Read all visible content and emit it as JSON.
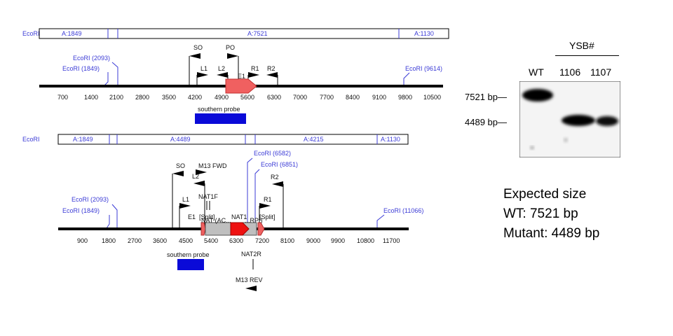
{
  "wt_map": {
    "fragments": [
      "A:1849",
      "A:7521",
      "A:1130"
    ],
    "enzyme": "EcoRI",
    "sites": [
      "EcoRI (2093)",
      "EcoRI (1849)",
      "EcoRI (9614)"
    ],
    "ticks": [
      "700",
      "1400",
      "2100",
      "2800",
      "3500",
      "4200",
      "4900",
      "5600",
      "6300",
      "7000",
      "7700",
      "8400",
      "9100",
      "9800",
      "10500"
    ],
    "primers": [
      "SO",
      "PO",
      "L1",
      "L2",
      "R1",
      "R2"
    ],
    "feature": "E1",
    "probe": "southern probe"
  },
  "mutant_map": {
    "fragments": [
      "A:1849",
      "A:4489",
      "A:4215",
      "A:1130"
    ],
    "enzyme": "EcoRI",
    "sites": [
      "EcoRI (6582)",
      "EcoRI (6851)",
      "EcoRI (2093)",
      "EcoRI (1849)",
      "EcoRI (11066)"
    ],
    "ticks": [
      "900",
      "1800",
      "2700",
      "3600",
      "4500",
      "5400",
      "6300",
      "7200",
      "8100",
      "9000",
      "9900",
      "10800",
      "11700"
    ],
    "primers": [
      "SO",
      "M13 FWD",
      "L2",
      "NAT1F",
      "L1",
      "R2",
      "R1",
      "NAT2R",
      "M13 REV"
    ],
    "features": [
      "E1",
      "[Split]",
      "NAT (AC...",
      "NAT1",
      "...RPt)",
      "[Split]"
    ],
    "probe": "southern probe"
  },
  "gel": {
    "header": "YSB#",
    "lanes": [
      "WT",
      "1106",
      "1107"
    ],
    "markers": [
      "7521 bp—",
      "4489 bp—"
    ]
  },
  "expected": {
    "title": "Expected size",
    "wt": "WT: 7521 bp",
    "mutant": "Mutant: 4489 bp"
  },
  "colors": {
    "site_blue": "#3b3bd6",
    "probe_blue": "#0a0ad8",
    "feature_red": "#f06060",
    "nat_red": "#ee1111",
    "cassette_gray": "#bfbfbf"
  }
}
